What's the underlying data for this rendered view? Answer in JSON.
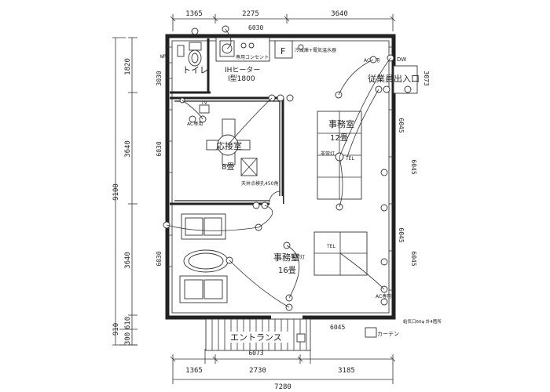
{
  "dimensions": {
    "top": [
      "1365",
      "2275",
      "3640"
    ],
    "bottom": [
      "1365",
      "2730",
      "3185"
    ],
    "bottom_total": "7280",
    "bottom_mid": "6073",
    "left_outer": "9100",
    "left": [
      "1820",
      "3640",
      "3640",
      "910"
    ],
    "left_bottom_small": [
      "610",
      "300"
    ],
    "left_inner": [
      "3030",
      "6030",
      "6030"
    ],
    "right": [
      "3073",
      "6045",
      "6045"
    ],
    "bottom_inner": "6045",
    "top_inner": "6030"
  },
  "rooms": {
    "toilet": "トイレ",
    "reception": "応接室",
    "reception_size": "8畳",
    "office_upper": "事務室",
    "office_upper_size": "12畳",
    "office_lower": "事務室",
    "office_lower_size": "16畳",
    "entrance": "エントランス",
    "staff_entrance": "従業員出入口"
  },
  "labels": {
    "ih_heater": "IHヒーター",
    "ih_model": "I型1800",
    "f": "F",
    "appliance_note": "冷蔵庫+電気温水器",
    "ac_outlet": "AC専用",
    "tv": "TV",
    "ceiling_hole": "天井点検孔450角",
    "tel": "TEL",
    "emergency_light": "非常灯",
    "dw": "DW",
    "vent_note": "給気口60φ 計4箇所",
    "curtain": "カーテン",
    "small_note": "専用コンセント"
  }
}
